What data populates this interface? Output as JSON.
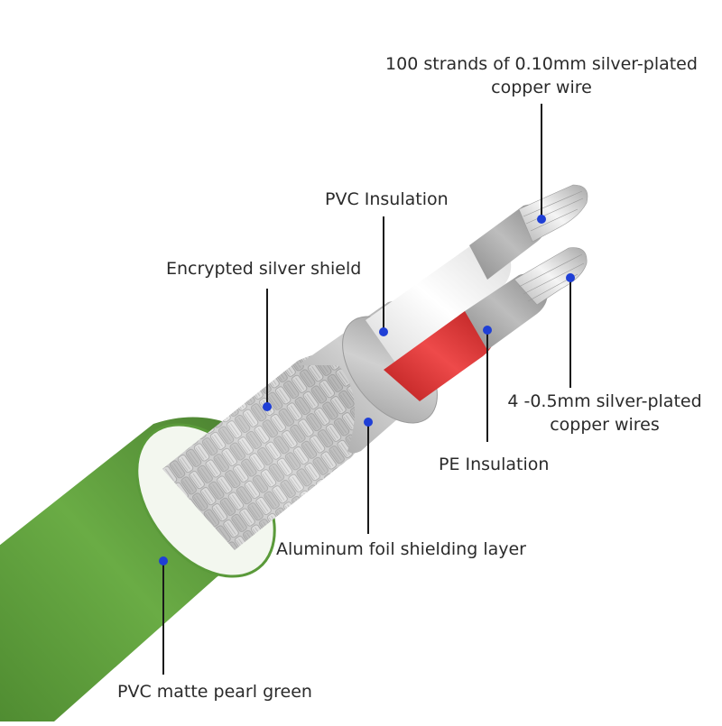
{
  "diagram": {
    "labels": {
      "conductor_strands": [
        "100 strands of 0.10mm silver-plated",
        "copper wire"
      ],
      "pvc_insulation": "PVC Insulation",
      "silver_shield": "Encrypted silver shield",
      "signal_wires": [
        "4 -0.5mm silver-plated",
        "copper wires"
      ],
      "pe_insulation": "PE Insulation",
      "foil_layer": "Aluminum foil shielding layer",
      "outer_jacket": "PVC matte pearl green"
    },
    "colors": {
      "jacket_green": "#5f9e3f",
      "jacket_green_dark": "#4a8030",
      "braid_silver": "#c9c9c9",
      "foil_gray": "#b3b3b3",
      "pvc_white": "#f2f2f2",
      "pe_red": "#d92b2b",
      "pointer_dot": "#1f3fd6"
    }
  }
}
